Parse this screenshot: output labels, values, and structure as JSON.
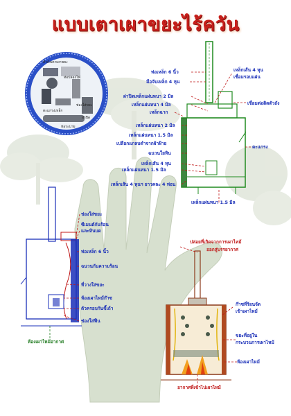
{
  "title": "แบบเตาเผาขยะไร้ควัน",
  "photo_labels": {
    "a": "ตัวถังเตาเผาขยะ",
    "b": "ท่อปล่องไฟ",
    "c": "ช่องใส่ขยะ",
    "d": "ตะแกรงเหล็ก",
    "e": "ฝาปิด",
    "f": "ท่อระบาย"
  },
  "diagram1": {
    "labels": [
      "ท่อเหล็ก 6 นิ้ว",
      "มือจับเหล็ก 4 หุน",
      "ฝาปิดเหล็กแผ่นหนา 2 มิล",
      "เหล็กแผ่นหนา 4 มิล",
      "เหล็กฉาก",
      "เหล็กแผ่นหนา 2 มิล",
      "เหล็กแผ่นหนา 1.5 มิล",
      "เปลือกแกลบดำจากผ้าฝ้าย",
      "ฉนวนใยหิน",
      "เหล็กเส้น 4 หุน",
      "เหล็กแผ่นหนา 1.5 มิล",
      "เหล็กเส้น 4 หุนฯ ยาวคละ 4 ท่อน",
      "เหล็กเส้น 4 หุน",
      "เชื่อมรอบแผ่น",
      "เชื่อมต่อติดตัวถัง",
      "ตะแกรง",
      "เหล็กแผ่นหนา 1.5 มิล"
    ]
  },
  "diagram2": {
    "labels": [
      "ช่องใส่ขยะ",
      "ซีเมนต์กันร้อน",
      "และหินบด",
      "ท่อเหล็ก 6 นิ้ว",
      "ฉนวนกันความร้อน",
      "ที่วางใส่ขยะ",
      "ห้องเผาไหม้ก๊าซ",
      "ตัวครอบกันขี้เถ้า",
      "ช่องใส่ฟืน",
      "ห้องเผาไหม้อากาศ"
    ]
  },
  "diagram3": {
    "labels": [
      "ปล่อยที่เกิดจากการเผาไหม้",
      "ออกสู่บรรยากาศ",
      "ก๊าซที่ร้อนจัด",
      "เข้าเผาไหม้",
      "ขยะที่อยู่ใน",
      "กระบวนการเผาไหม้",
      "ห้องเผาไหม้",
      "อากาศที่เข้าไปเผาไหม้"
    ]
  },
  "colors": {
    "title": "#c8201c",
    "label_blue": "#1a2fb8",
    "label_red": "#c01818",
    "label_green": "#1f7a1f",
    "hand": "#d7e0cf",
    "tree": "#e2e7dc"
  }
}
